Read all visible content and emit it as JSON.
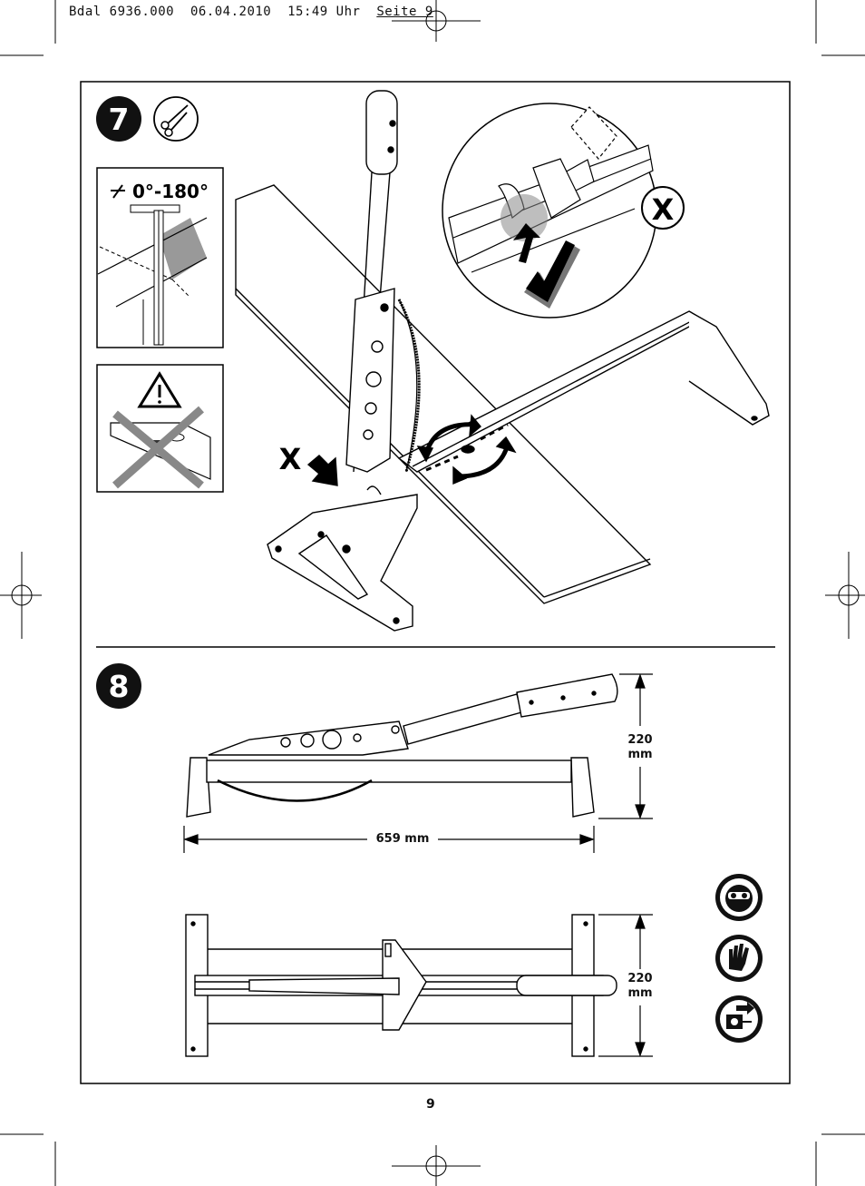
{
  "header": {
    "doc_id": "Bdal 6936.000",
    "date": "06.04.2010",
    "time": "15:49 Uhr",
    "page_label": "Seite 9"
  },
  "figure7": {
    "number": "7",
    "angle_label": "0°-180°",
    "x_mark": "X",
    "x_arrow_label": "X"
  },
  "figure8": {
    "number": "8",
    "height_value": "220",
    "height_unit": "mm",
    "length_label": "659 mm",
    "height_value_top": "220",
    "height_unit_top": "mm"
  },
  "safety_icons": [
    "eye-protection-icon",
    "gloves-icon",
    "read-manual-icon"
  ],
  "page_number": "9"
}
